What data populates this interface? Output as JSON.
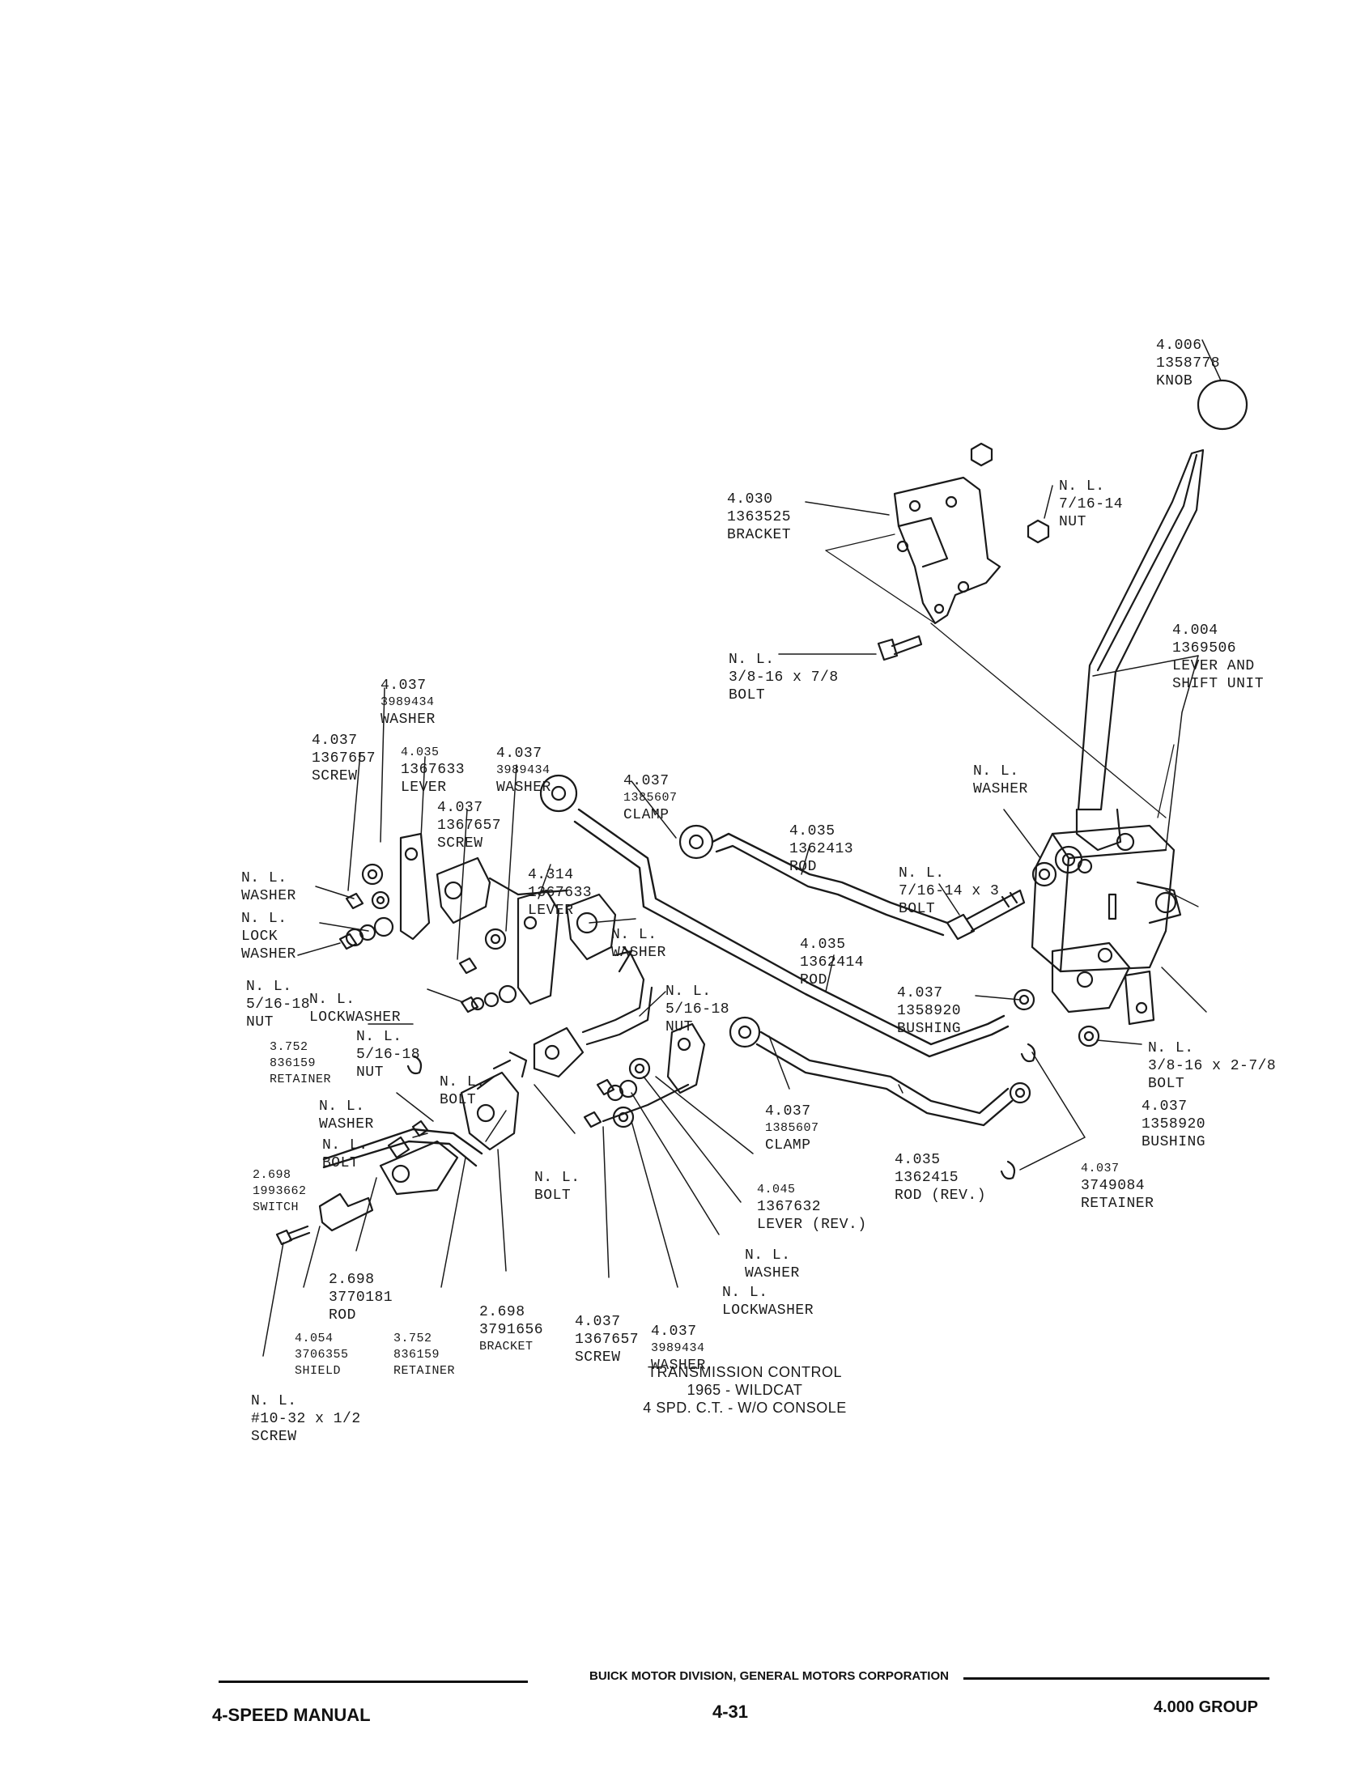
{
  "labels": [
    {
      "id": "knob",
      "lines": [
        "4.006",
        "1358778",
        "KNOB"
      ]
    },
    {
      "id": "nut-7-16",
      "lines": [
        "N. L.",
        "7/16-14",
        "NUT"
      ]
    },
    {
      "id": "bracket-4030",
      "lines": [
        "4.030",
        "1363525",
        "BRACKET"
      ]
    },
    {
      "id": "lever-shift-unit",
      "lines": [
        "4.004",
        "1369506",
        "LEVER AND",
        "SHIFT UNIT"
      ]
    },
    {
      "id": "bolt-3-8-7-8",
      "lines": [
        "N. L.",
        "3/8-16 x 7/8",
        "BOLT"
      ]
    },
    {
      "id": "washer-3989434-top",
      "lines": [
        "4.037",
        "3989434",
        "WASHER"
      ]
    },
    {
      "id": "screw-1367657-top",
      "lines": [
        "4.037",
        "1367657",
        "SCREW"
      ]
    },
    {
      "id": "lever-1367633",
      "lines": [
        "4.035",
        "1367633",
        "LEVER"
      ]
    },
    {
      "id": "washer-3989434-mid",
      "lines": [
        "4.037",
        "3989434",
        "WASHER"
      ]
    },
    {
      "id": "clamp-1385607-top",
      "lines": [
        "4.037",
        "1385607",
        "CLAMP"
      ]
    },
    {
      "id": "screw-1367657-mid",
      "lines": [
        "4.037",
        "1367657",
        "SCREW"
      ]
    },
    {
      "id": "rod-1362413",
      "lines": [
        "4.035",
        "1362413",
        "ROD"
      ]
    },
    {
      "id": "washer-right",
      "lines": [
        "N. L.",
        "WASHER"
      ]
    },
    {
      "id": "washer-left",
      "lines": [
        "N. L.",
        "WASHER"
      ]
    },
    {
      "id": "lever-4314",
      "lines": [
        "4.314",
        "1367633",
        "LEVER"
      ]
    },
    {
      "id": "bolt-7-16-x3",
      "lines": [
        "N. L.",
        "7/16-14 x 3",
        "BOLT"
      ]
    },
    {
      "id": "lock-washer",
      "lines": [
        "N. L.",
        "LOCK",
        "WASHER"
      ]
    },
    {
      "id": "washer-center",
      "lines": [
        "N. L.",
        "WASHER"
      ]
    },
    {
      "id": "rod-1362414",
      "lines": [
        "4.035",
        "1362414",
        "ROD"
      ]
    },
    {
      "id": "nut-5-16-left",
      "lines": [
        "N. L.",
        "5/16-18",
        "NUT"
      ]
    },
    {
      "id": "lockwasher-left",
      "lines": [
        "N. L.",
        "LOCKWASHER"
      ]
    },
    {
      "id": "nut-5-16-center",
      "lines": [
        "N. L.",
        "5/16-18",
        "NUT"
      ]
    },
    {
      "id": "bushing-1358920-top",
      "lines": [
        "4.037",
        "1358920",
        "BUSHING"
      ]
    },
    {
      "id": "nut-5-16-lower",
      "lines": [
        "N. L.",
        "5/16-18",
        "NUT"
      ]
    },
    {
      "id": "retainer-3752-top",
      "lines": [
        "3.752",
        "836159",
        "RETAINER"
      ]
    },
    {
      "id": "bolt-upper",
      "lines": [
        "N. L.",
        "BOLT"
      ]
    },
    {
      "id": "bolt-3-8-2-7-8",
      "lines": [
        "N. L.",
        "3/8-16 x 2-7/8",
        "BOLT"
      ]
    },
    {
      "id": "bushing-1358920-bot",
      "lines": [
        "4.037",
        "1358920",
        "BUSHING"
      ]
    },
    {
      "id": "washer-lower-left",
      "lines": [
        "N. L.",
        "WASHER"
      ]
    },
    {
      "id": "clamp-1385607-bot",
      "lines": [
        "4.037",
        "1385607",
        "CLAMP"
      ]
    },
    {
      "id": "bolt-lower-left",
      "lines": [
        "N. L.",
        "BOLT"
      ]
    },
    {
      "id": "bolt-center",
      "lines": [
        "N. L.",
        "BOLT"
      ]
    },
    {
      "id": "rod-rev",
      "lines": [
        "4.035",
        "1362415",
        "ROD (REV.)"
      ]
    },
    {
      "id": "retainer-3749084",
      "lines": [
        "4.037",
        "3749084",
        "RETAINER"
      ]
    },
    {
      "id": "switch",
      "lines": [
        "2.698",
        "1993662",
        "SWITCH"
      ]
    },
    {
      "id": "lever-rev",
      "lines": [
        "4.045",
        "1367632",
        "LEVER (REV.)"
      ]
    },
    {
      "id": "washer-bottom",
      "lines": [
        "N. L.",
        "WASHER"
      ]
    },
    {
      "id": "lockwasher-bottom",
      "lines": [
        "N. L.",
        "LOCKWASHER"
      ]
    },
    {
      "id": "rod-3770181",
      "lines": [
        "2.698",
        "3770181",
        "ROD"
      ]
    },
    {
      "id": "bracket-3791656",
      "lines": [
        "2.698",
        "3791656",
        "BRACKET"
      ]
    },
    {
      "id": "screw-1367657-bot",
      "lines": [
        "4.037",
        "1367657",
        "SCREW"
      ]
    },
    {
      "id": "washer-3989434-bot",
      "lines": [
        "4.037",
        "3989434",
        "WASHER"
      ]
    },
    {
      "id": "shield",
      "lines": [
        "4.054",
        "3706355",
        "SHIELD"
      ]
    },
    {
      "id": "retainer-3752-bot",
      "lines": [
        "3.752",
        "836159",
        "RETAINER"
      ]
    },
    {
      "id": "screw-10-32",
      "lines": [
        "N. L.",
        "#10-32 x 1/2",
        "SCREW"
      ]
    }
  ],
  "caption": [
    "TRANSMISSION CONTROL",
    "1965 - WILDCAT",
    "4 SPD. C.T. - W/O CONSOLE"
  ],
  "footer": {
    "center": "BUICK MOTOR DIVISION, GENERAL MOTORS CORPORATION",
    "left": "4-SPEED MANUAL",
    "page": "4-31",
    "right": "4.000 GROUP"
  }
}
